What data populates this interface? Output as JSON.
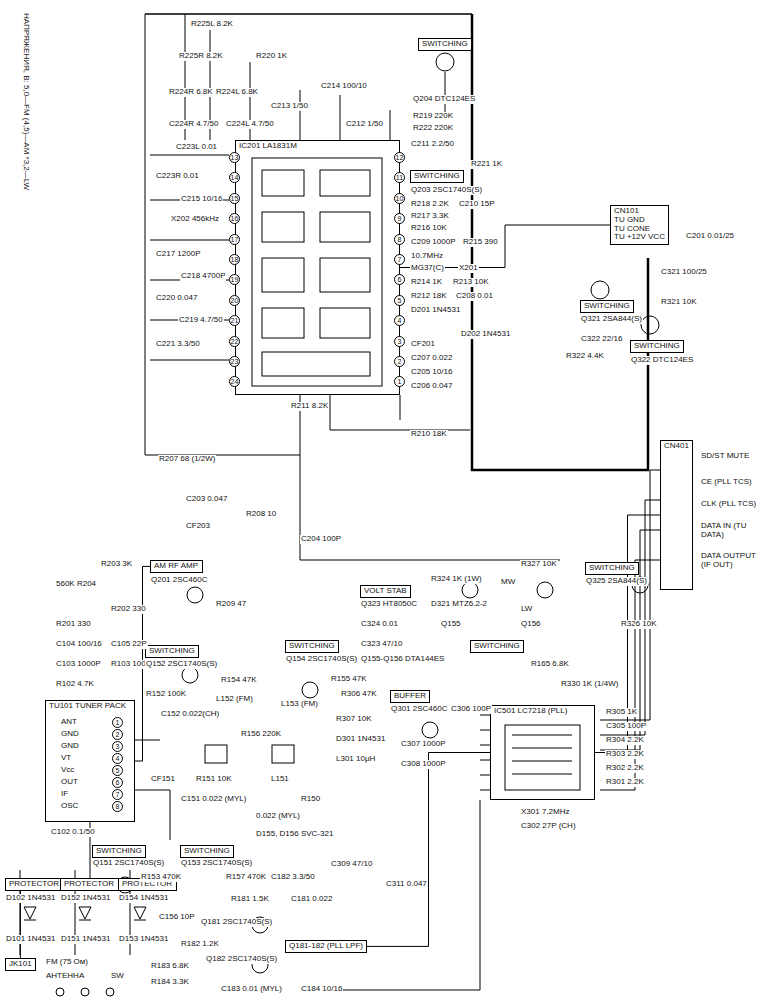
{
  "diagram": {
    "nodes": [
      {
        "text": [
          "IC201 LA1831M"
        ]
      },
      {
        "text": [
          "SWITCHING"
        ]
      },
      {
        "text": [
          "SWITCHING"
        ]
      },
      {
        "text": [
          "SWITCHING"
        ]
      },
      {
        "text": [
          "SWITCHING"
        ]
      },
      {
        "text": [
          "CN101",
          "TU GND",
          "TU CONE",
          "TU +12V VCC"
        ]
      },
      {
        "text": [
          "CN401"
        ]
      },
      {
        "text": [
          "VOLT STAB"
        ]
      },
      {
        "text": [
          "SWITCHING"
        ]
      },
      {
        "text": [
          "SWITCHING"
        ]
      },
      {
        "text": [
          "AM RF AMP"
        ]
      },
      {
        "text": [
          "BUFFER"
        ]
      },
      {
        "text": [
          "SWITCHING"
        ]
      },
      {
        "text": [
          "SWITCHING"
        ]
      },
      {
        "text": [
          "TU101 TUNER PACK"
        ]
      },
      {
        "text": [
          "IC501 LC7218 (PLL)"
        ]
      },
      {
        "text": [
          "SWITCHING"
        ]
      },
      {
        "text": [
          "SWITCHING"
        ]
      },
      {
        "text": [
          "PROTECTOR"
        ]
      },
      {
        "text": [
          "PROTECTOR"
        ]
      },
      {
        "text": [
          "PROTECTOR"
        ]
      },
      {
        "text": [
          "Q181-182 (PLL LPF)"
        ]
      },
      {
        "text": [
          "JK101"
        ]
      }
    ],
    "edges": [
      {
        "from": 14,
        "to": 22,
        "arrow": "none"
      },
      {
        "from": 0,
        "to": 5,
        "arrow": "none"
      },
      {
        "from": 15,
        "to": 6,
        "arrow": "none"
      },
      {
        "from": 21,
        "to": 15,
        "arrow": "none"
      },
      {
        "from": 10,
        "to": 14,
        "arrow": "none"
      }
    ],
    "labels": [
      "НАПРЯЖЕНИЯ, В: 5,0—FM (4,5)—AM *3,2—LW",
      "R225L 8.2K",
      "R225R 8.2K",
      "R220 1K",
      "R224R 6.8K",
      "R224L 6.8K",
      "C224R 4.7/50",
      "C224L 4.7/50",
      "C213 1/50",
      "C214 100/10",
      "Q204 DTC124ES",
      "R219 220K",
      "R222 220K",
      "R221 1K",
      "C212 1/50",
      "C211 2.2/50",
      "Q203 2SC1740S(S)",
      "R218 2.2K",
      "R217 3.3K",
      "R216 10K",
      "C210 15P",
      "C209 1000P",
      "R215 390",
      "10.7MHz",
      "MG37(C)",
      "X201",
      "R214 1K",
      "R213 10K",
      "R212 18K",
      "C208 0.01",
      "D201 1N4531",
      "D202 1N4531",
      "CF201",
      "C207 0.022",
      "C205 10/16",
      "C206 0.047",
      "R211 8.2K",
      "R210 18K",
      "C223L 0.01",
      "C223R 0.01",
      "C215 10/16",
      "X202 456kHz",
      "C217 1200P",
      "C218 4700P",
      "C220 0.047",
      "C219 4.7/50",
      "C221 3.3/50",
      "R207 68 (1/2W)",
      "C203 0.047",
      "CF203",
      "R208 10",
      "C204 100P",
      "Q201 2SC460C",
      "R209 47",
      "R203 3K",
      "560K R204",
      "R202 330",
      "R201 330",
      "C104 100/16",
      "C105 22P",
      "C103 1000P",
      "R103 100",
      "R102 4.7K",
      "C102 0.1/50",
      "ANT",
      "GND",
      "GND",
      "VT",
      "Vcc",
      "OUT",
      "IF",
      "OSC",
      "1",
      "2",
      "3",
      "4",
      "5",
      "6",
      "7",
      "8",
      "Q152 2SC1740S(S)",
      "R154 47K",
      "R152 100K",
      "C152 0.022(CH)",
      "L152 (FM)",
      "R156 220K",
      "Q154 2SC1740S(S)",
      "R155 47K",
      "L153 (FM)",
      "CF151",
      "R151 10K",
      "C151 0.022 (MYL)",
      "L151",
      "R150",
      "0.022 (MYL)",
      "D155, D156 SVC-321",
      "Q151 2SC1740S(S)",
      "R153 470K",
      "Q153 2SC1740S(S)",
      "R157 470K",
      "C182 3.3/50",
      "C309 47/10",
      "D102 1N4531",
      "D101 1N4531",
      "D152 1N4531",
      "D151 1N4531",
      "D154 1N4531",
      "D153 1N4531",
      "C156 10P",
      "R181 1.5K",
      "C181 0.022",
      "Q181 2SC1740S(S)",
      "R182 1.2K",
      "Q182 2SC1740S(S)",
      "R183 6.8K",
      "R184 3.3K",
      "C183 0.01 (MYL)",
      "C184 10/16",
      "FM (75 Ом)",
      "АНТЕННА",
      "SW",
      "R306 47K",
      "Q301 2SC460C",
      "R307 10K",
      "C306 100P",
      "D301 1N4531",
      "L301 10μH",
      "C307 1000P",
      "C308 1000P",
      "C311 0.047",
      "Q323 HT8050C",
      "C324 0.01",
      "C323 47/10",
      "Q155-Q156 DTA144ES",
      "R324 1K (1W)",
      "D321 MTZ6.2-2",
      "MW",
      "Q155",
      "Q156",
      "LW",
      "R327 10K",
      "Q325 2SA844(S)",
      "R326 10K",
      "R165 6.8K",
      "R330 1K (1/4W)",
      "R305 1K",
      "C305 100P",
      "R304 2.2K",
      "R303 2.2K",
      "R302 2.2K",
      "R301 2.2K",
      "X301 7.2MHz",
      "C302 27P (CH)",
      "Q321 2SA844(S)",
      "C321 100/25",
      "R321 10K",
      "C322 22/16",
      "R322 4.4K",
      "Q322 DTC124ES",
      "C201 0.01/25",
      "SD/ST MUTE",
      "CE (PLL TCS)",
      "CLK (PLL TCS)",
      "DATA IN (TU DATA)",
      "DATA OUTPUT (IF OUT)",
      "1",
      "2",
      "3",
      "4",
      "5",
      "6",
      "7",
      "8",
      "9",
      "10",
      "11",
      "12",
      "13",
      "14",
      "15",
      "16",
      "17",
      "18",
      "19",
      "20",
      "21",
      "22",
      "23",
      "24"
    ]
  }
}
